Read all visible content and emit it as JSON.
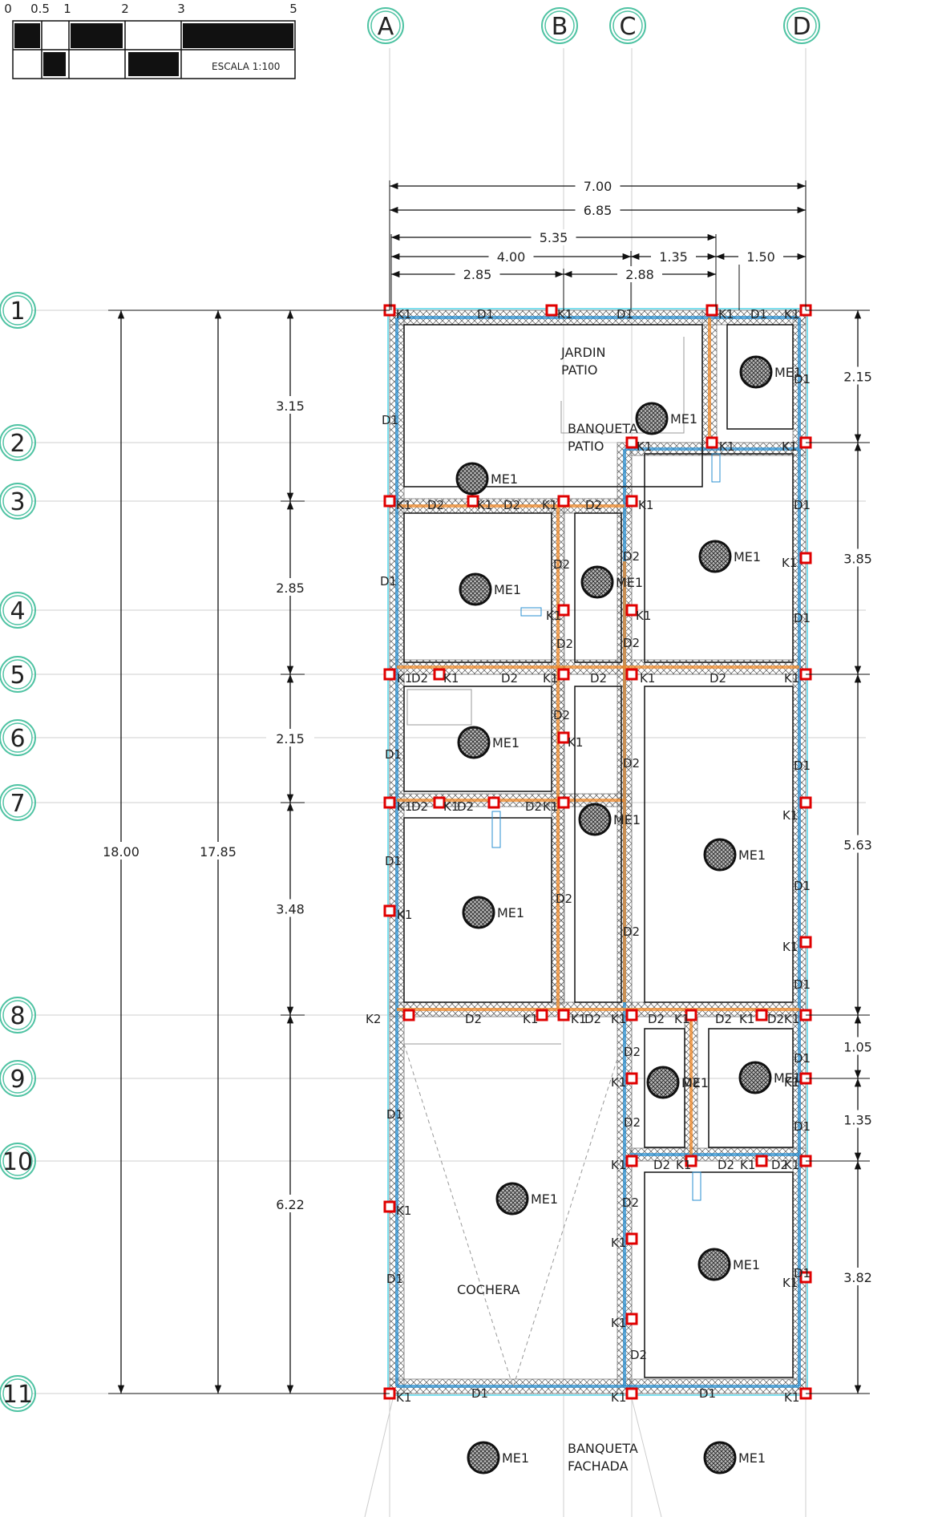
{
  "scale": {
    "ticks": [
      "0",
      "0.5",
      "1",
      "2",
      "3",
      "5"
    ],
    "label": "ESCALA 1:100"
  },
  "axes": {
    "letters": [
      "A",
      "B",
      "C",
      "D"
    ],
    "numbers": [
      "1",
      "2",
      "3",
      "4",
      "5",
      "6",
      "7",
      "8",
      "9",
      "10",
      "11"
    ]
  },
  "dimensions": {
    "top": [
      "7.00",
      "6.85",
      "5.35",
      "4.00",
      "1.35",
      "1.50",
      "2.85",
      "2.88"
    ],
    "left_total": [
      "18.00",
      "17.85"
    ],
    "left_segments": [
      "3.15",
      "2.85",
      "2.15",
      "3.48",
      "6.22"
    ],
    "right_segments": [
      "2.15",
      "3.85",
      "5.63",
      "1.05",
      "1.35",
      "3.82"
    ]
  },
  "rooms": {
    "jardin_patio": [
      "JARDIN",
      "PATIO"
    ],
    "banqueta_patio": [
      "BANQUETA",
      "PATIO"
    ],
    "cochera": "COCHERA",
    "banqueta_fachada": [
      "BANQUETA",
      "FACHADA"
    ]
  },
  "labels": {
    "column": "K1",
    "column2": "K2",
    "beam1": "D1",
    "beam2": "D2",
    "footing": "ME1"
  },
  "colors": {
    "beam_d1": "#2a8fd0",
    "beam_d2": "#f08a2a",
    "column": "#e00000",
    "axis_bubble": "#4fc3a3",
    "hatch": "#555555"
  }
}
